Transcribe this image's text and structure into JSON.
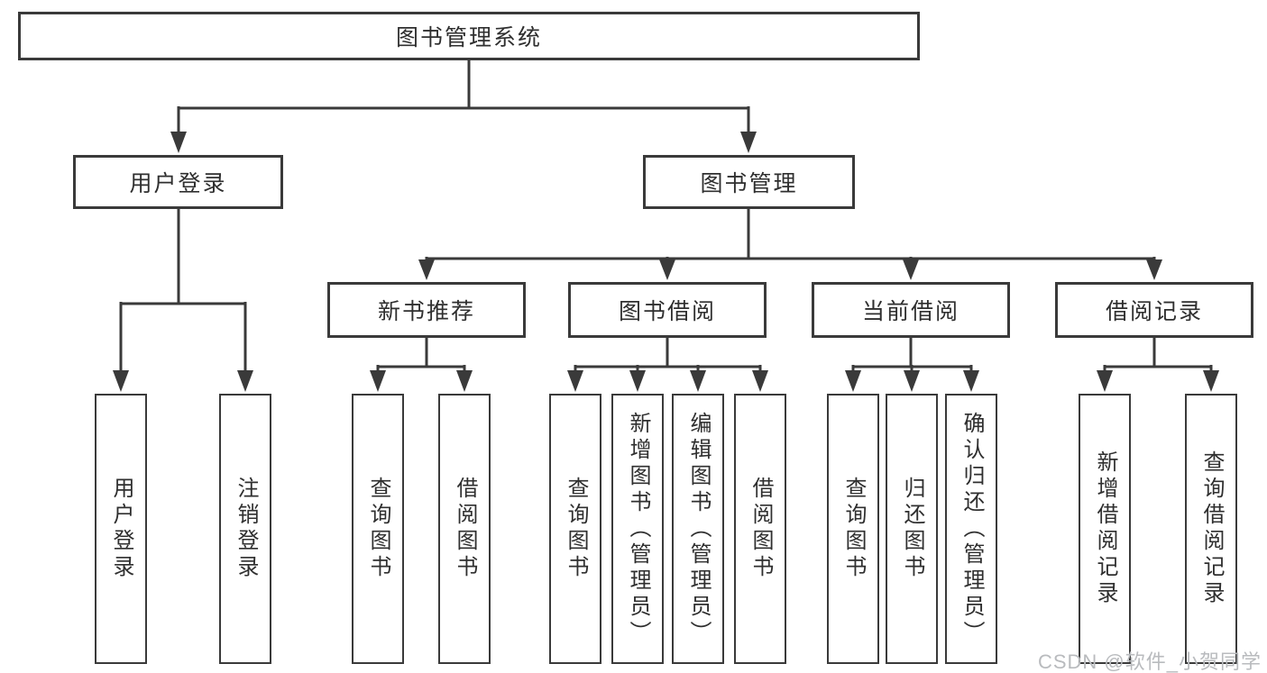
{
  "tree": {
    "root": "图书管理系统",
    "children": [
      {
        "label": "用户登录",
        "children": [
          "用户登录",
          "注销登录"
        ]
      },
      {
        "label": "图书管理",
        "children": [
          {
            "label": "新书推荐",
            "children": [
              "查询图书",
              "借阅图书"
            ]
          },
          {
            "label": "图书借阅",
            "children": [
              "查询图书",
              "新增图书（管理员）",
              "编辑图书（管理员）",
              "借阅图书"
            ]
          },
          {
            "label": "当前借阅",
            "children": [
              "查询图书",
              "归还图书",
              "确认归还（管理员）"
            ]
          },
          {
            "label": "借阅记录",
            "children": [
              "新增借阅记录",
              "查询借阅记录"
            ]
          }
        ]
      }
    ]
  },
  "watermark": {
    "text": "CSDN @软件_小贺同学"
  },
  "colors": {
    "line": "#3a3a3a",
    "box_border": "#3a3a3a",
    "box_fill": "#ffffff",
    "text": "#2f2f2f",
    "watermark": "#b9bbbe"
  }
}
